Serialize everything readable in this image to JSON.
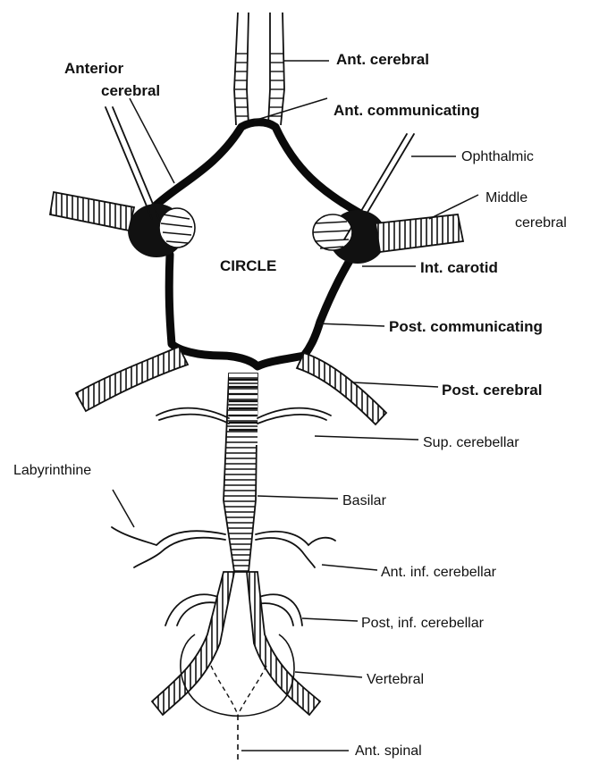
{
  "labels": {
    "ant_cerebral": "Ant. cerebral",
    "anterior_cerebral_line1": "Anterior",
    "anterior_cerebral_line2": "cerebral",
    "ant_communicating": "Ant. communicating",
    "ophthalmic": "Ophthalmic",
    "middle_cerebral_line1": "Middle",
    "middle_cerebral_line2": "cerebral",
    "circle": "CIRCLE",
    "int_carotid": "Int. carotid",
    "post_communicating": "Post. communicating",
    "post_cerebral": "Post. cerebral",
    "sup_cerebellar": "Sup.  cerebellar",
    "labyrinthine": "Labyrinthine",
    "basilar": "Basilar",
    "ant_inf_cerebellar": "Ant. inf. cerebellar",
    "post_inf_cerebellar": "Post, inf. cerebellar",
    "vertebral": "Vertebral",
    "ant_spinal": "Ant. spinal"
  }
}
